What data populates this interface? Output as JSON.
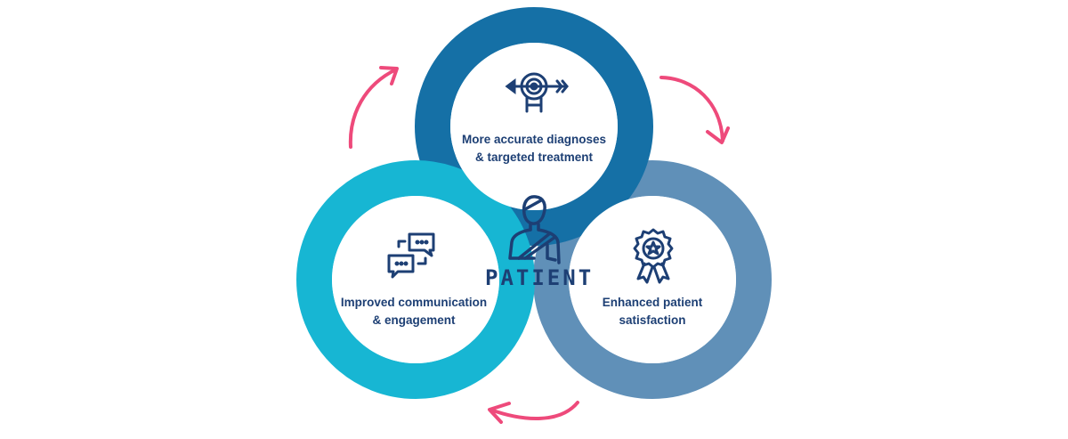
{
  "diagram": {
    "center": {
      "label": "PATIENT",
      "icon": "patient-icon"
    },
    "nodes": [
      {
        "id": "top",
        "lines": [
          "More accurate diagnoses",
          "& targeted treatment"
        ],
        "icon": "target-arrow-icon",
        "color": "#1570a6"
      },
      {
        "id": "left",
        "lines": [
          "Improved communication",
          "& engagement"
        ],
        "icon": "chat-bubbles-icon",
        "color": "#17b6d3"
      },
      {
        "id": "right",
        "lines": [
          "Enhanced patient",
          "satisfaction"
        ],
        "icon": "award-ribbon-icon",
        "color": "#6090b8"
      }
    ],
    "cycle_direction": "clockwise",
    "arrow_color": "#ee4a7b",
    "text_color": "#1d3f74"
  }
}
